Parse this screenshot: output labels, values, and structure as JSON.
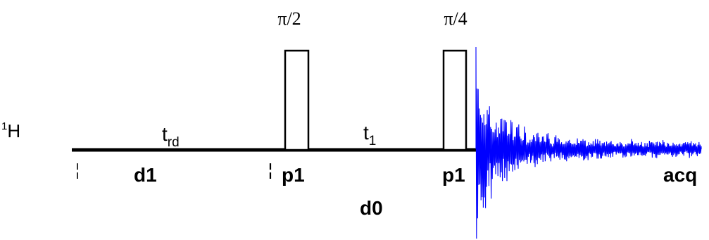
{
  "nucleus": {
    "super": "1",
    "symbol": "H"
  },
  "pulses": [
    {
      "angle": "π/2",
      "name": "p1"
    },
    {
      "angle": "π/4",
      "name": "p1"
    }
  ],
  "delays": {
    "recycle": {
      "base": "t",
      "sub": "rd",
      "param": "d1"
    },
    "evolution": {
      "base": "t",
      "sub": "1",
      "param": "d0"
    }
  },
  "acquisition": {
    "label": "acq"
  },
  "colors": {
    "line": "#000000",
    "fid": "#0000ff",
    "marker": "#000000"
  }
}
